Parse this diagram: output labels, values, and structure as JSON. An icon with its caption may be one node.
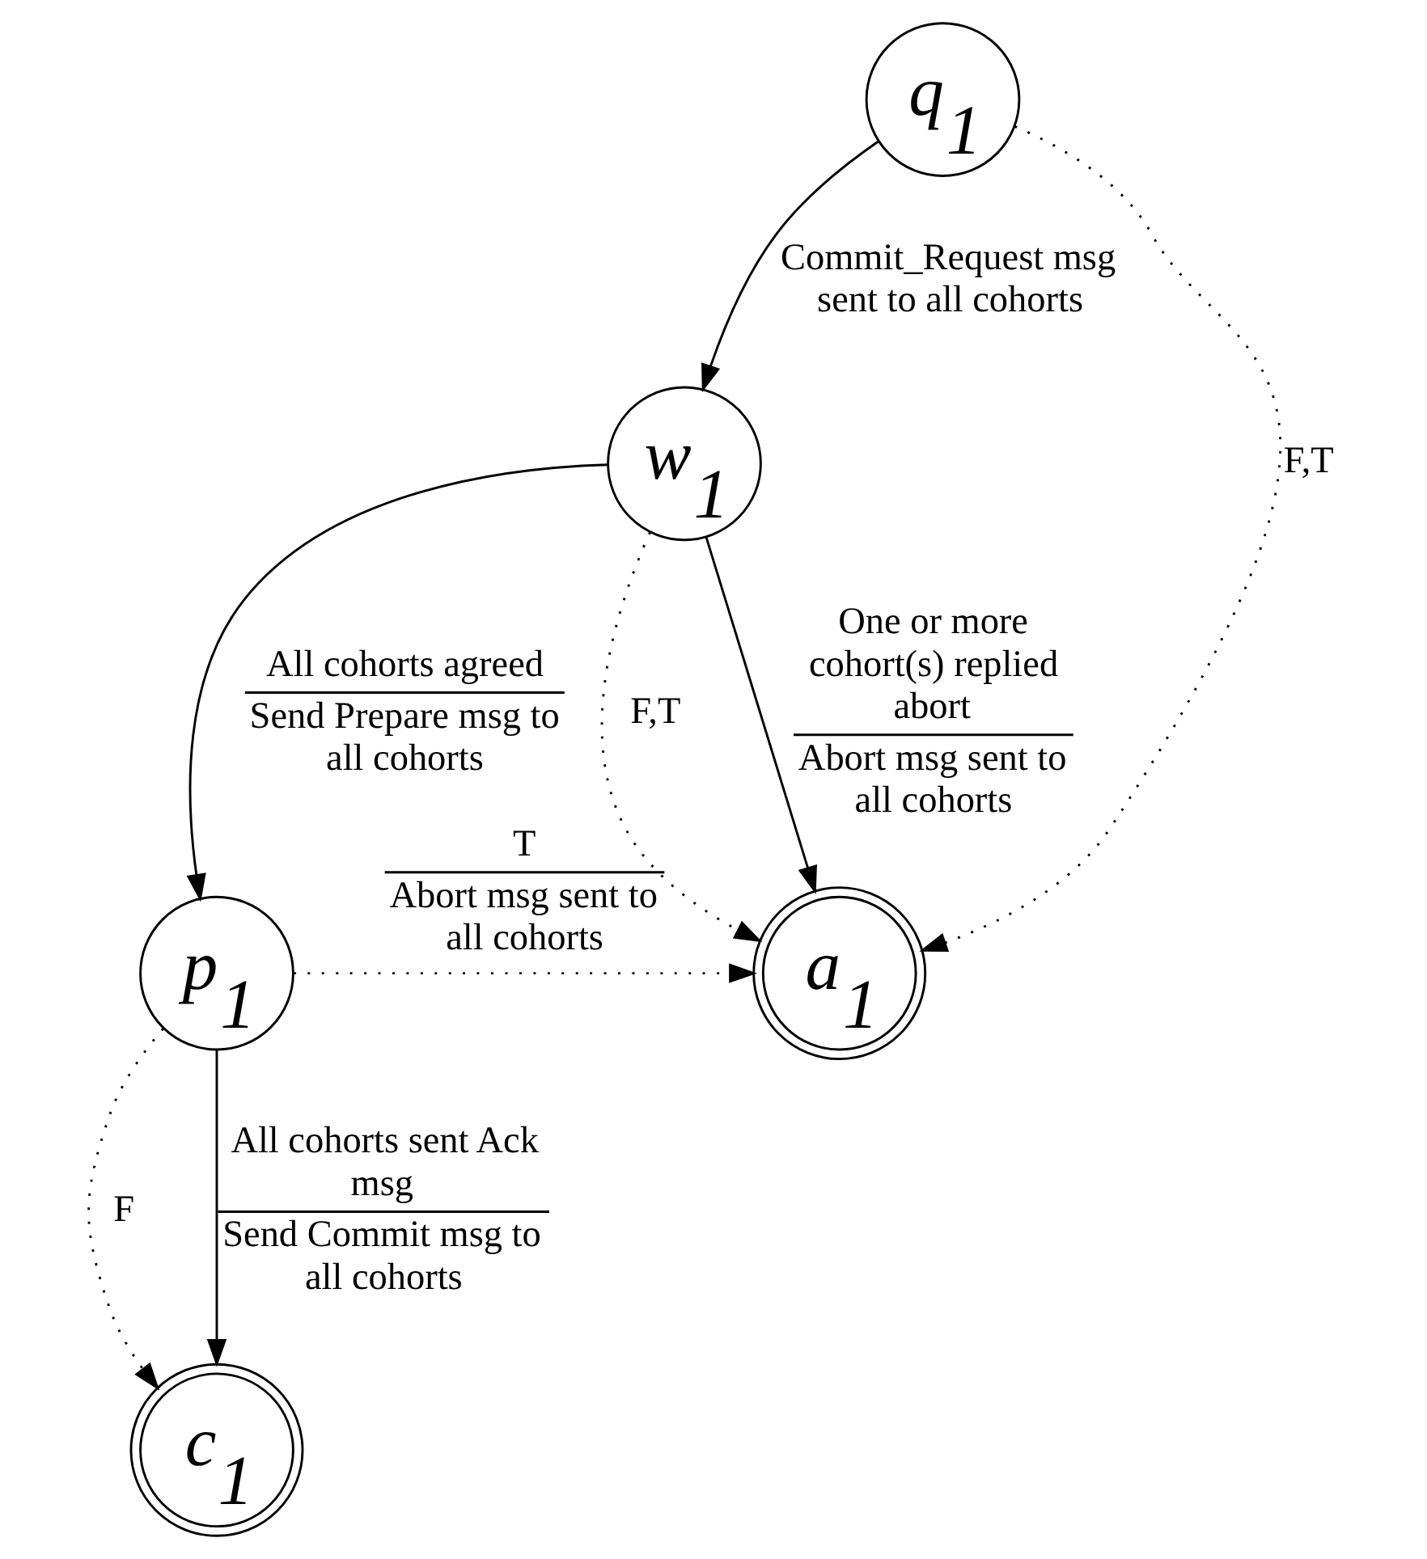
{
  "diagram": {
    "nodes": [
      {
        "text": [
          "q$_{1}$"
        ]
      },
      {
        "text": [
          "w$_{1}$"
        ]
      },
      {
        "text": [
          "a$_{1}$"
        ]
      },
      {
        "text": [
          "p$_{1}$"
        ]
      },
      {
        "text": [
          "c$_{1}$"
        ]
      }
    ],
    "edges": [
      {
        "from": 0,
        "to": 1,
        "arrow": "to",
        "label": [
          "Commit_Request msg sent to all cohorts"
        ]
      },
      {
        "from": 0,
        "to": 2,
        "arrow": "to",
        "style": "dashed",
        "label": [
          "F,T"
        ]
      },
      {
        "from": 1,
        "to": 2,
        "arrow": "to",
        "label": [
          "One or more cohort(s) replied abort",
          "Abort msg sent to all cohorts"
        ]
      },
      {
        "from": 1,
        "to": 2,
        "arrow": "to",
        "style": "dashed",
        "label": [
          "F,T"
        ]
      },
      {
        "from": 1,
        "to": 3,
        "arrow": "to",
        "label": [
          "All cohorts agreed",
          "Send Prepare msg to all cohorts"
        ]
      },
      {
        "from": 3,
        "to": 2,
        "arrow": "to",
        "style": "dashed",
        "label": [
          "T",
          "Abort msg sent to all cohorts"
        ]
      },
      {
        "from": 3,
        "to": 4,
        "arrow": "to",
        "style": "dashed",
        "label": [
          "F"
        ]
      },
      {
        "from": 3,
        "to": 4,
        "arrow": "to",
        "label": [
          "All cohorts sent Ack msg",
          "Send Commit msg to all cohorts"
        ]
      }
    ]
  }
}
